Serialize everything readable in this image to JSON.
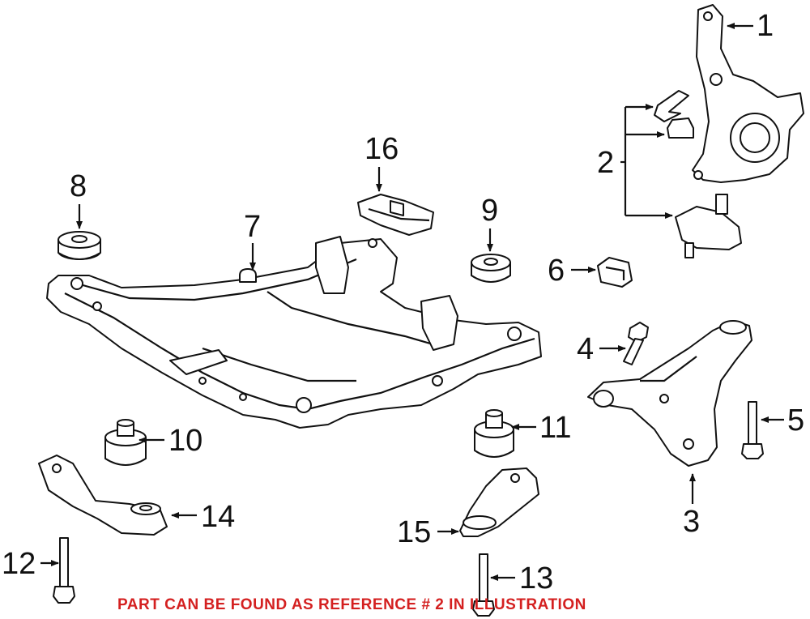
{
  "diagram": {
    "callouts": {
      "c1": "1",
      "c2": "2",
      "c3": "3",
      "c4": "4",
      "c5": "5",
      "c6": "6",
      "c7": "7",
      "c8": "8",
      "c9": "9",
      "c10": "10",
      "c11": "11",
      "c12": "12",
      "c13": "13",
      "c14": "14",
      "c15": "15",
      "c16": "16"
    },
    "note": "PART CAN BE FOUND AS REFERENCE # 2 IN ILLUSTRATION",
    "colors": {
      "line": "#111111",
      "note": "#d42020",
      "background": "#ffffff"
    }
  }
}
